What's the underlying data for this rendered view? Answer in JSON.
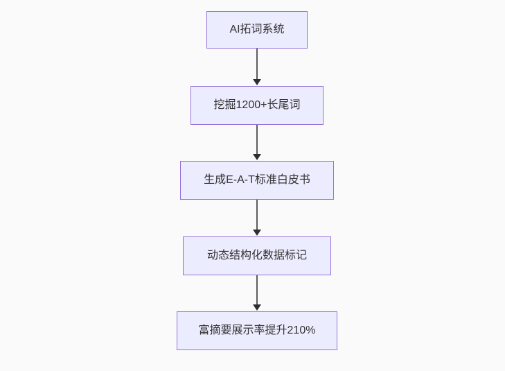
{
  "theme": {
    "page-bg": "#fafafa",
    "node-fill": "#ececff",
    "node-border": "#9370db",
    "node-text": "#333333",
    "edge-line": "#5c5c5c",
    "edge-head": "#2e2e2e"
  },
  "flowchart": {
    "type": "flowchart",
    "direction": "top-down",
    "nodes": [
      {
        "label": "AI拓词系统"
      },
      {
        "label": "挖掘1200+长尾词"
      },
      {
        "label": "生成E-A-T标准白皮书"
      },
      {
        "label": "动态结构化数据标记"
      },
      {
        "label": "富摘要展示率提升210%"
      }
    ],
    "edges": [
      {
        "from": 0,
        "to": 1
      },
      {
        "from": 1,
        "to": 2
      },
      {
        "from": 2,
        "to": 3
      },
      {
        "from": 3,
        "to": 4
      }
    ]
  }
}
